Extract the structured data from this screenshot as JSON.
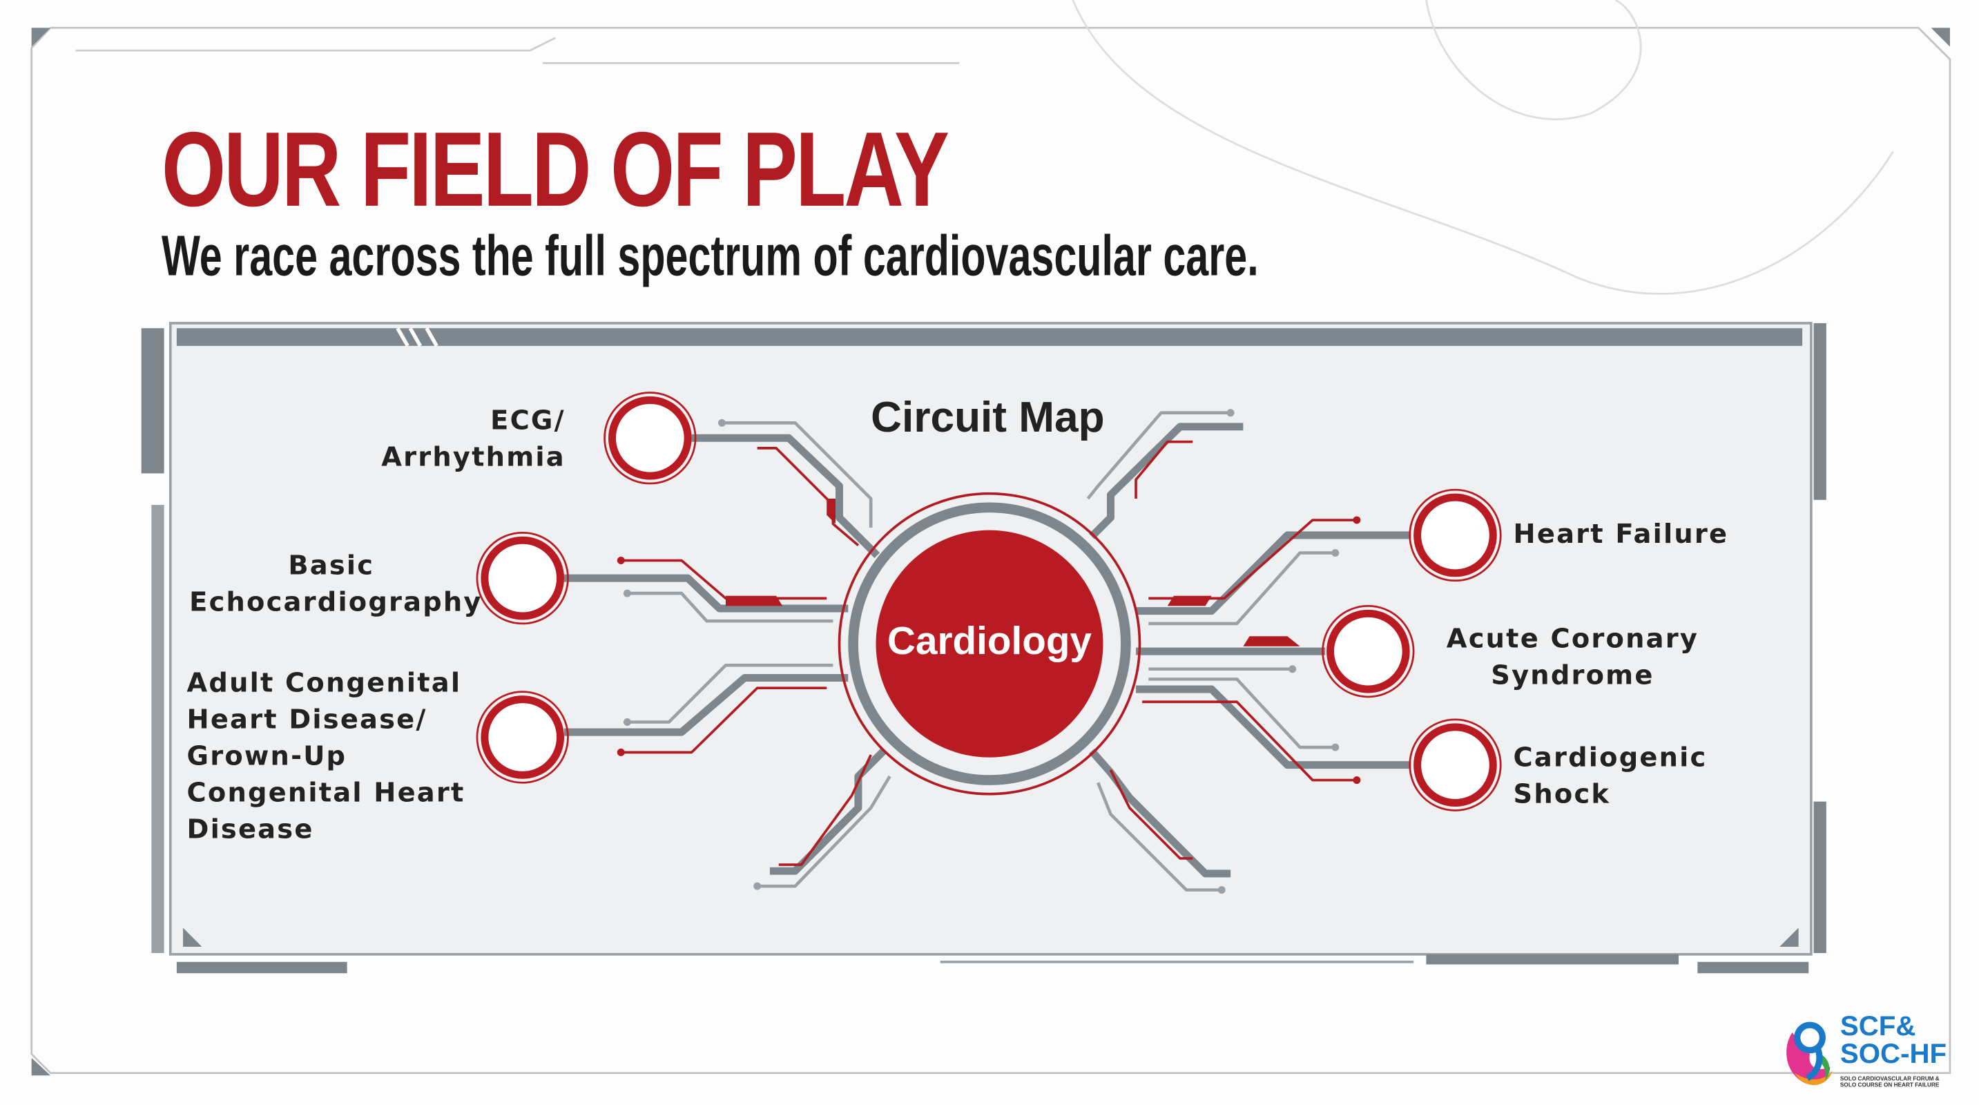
{
  "header": {
    "title": "OUR FIELD OF PLAY",
    "subtitle": "We race across the full spectrum of cardiovascular care."
  },
  "diagram": {
    "title": "Circuit Map",
    "center": "Cardiology",
    "nodes": [
      {
        "label_lines": [
          "ECG/",
          "Arrhythmia"
        ]
      },
      {
        "label_lines": [
          "Basic",
          "Echocardiography"
        ]
      },
      {
        "label_lines": [
          "Adult Congenital",
          "Heart Disease/",
          "Grown-Up",
          "Congenital Heart",
          "Disease"
        ]
      },
      {
        "label_lines": [
          "Heart Failure"
        ]
      },
      {
        "label_lines": [
          "Acute Coronary",
          "Syndrome"
        ]
      },
      {
        "label_lines": [
          "Cardiogenic",
          "Shock"
        ]
      }
    ]
  },
  "logo": {
    "line1": "SCF&",
    "line2": "SOC-HF",
    "sub1": "SOLO CARDIOVASCULAR FORUM &",
    "sub2": "SOLO COURSE ON HEART FAILURE"
  },
  "colors": {
    "accent": "#b01c22",
    "trace": "#7d868d",
    "panel": "#eef0f1",
    "logo_blue": "#1a7ac8"
  }
}
